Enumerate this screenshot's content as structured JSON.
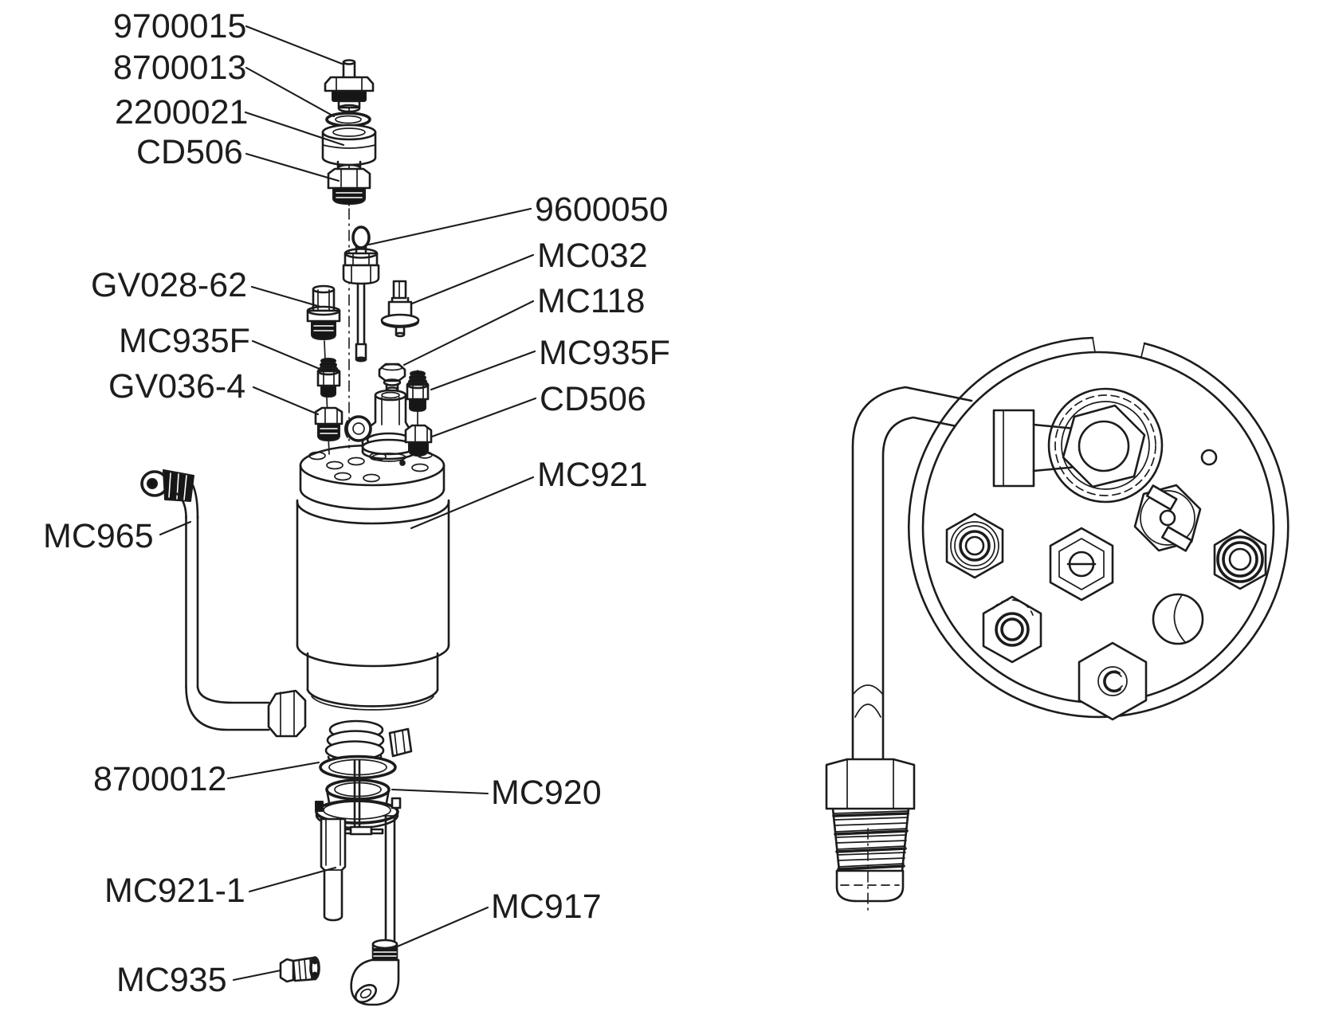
{
  "palette": {
    "ink": "#1c1c1c",
    "paper": "#ffffff"
  },
  "diagram": {
    "type": "exploded-parts-diagram",
    "views": [
      {
        "id": "exploded",
        "description": "exploded boiler assembly with part callouts"
      },
      {
        "id": "assembled-top",
        "description": "assembled boiler top view with inlet pipe and threaded fitting"
      }
    ]
  },
  "labels": {
    "l9700015": "9700015",
    "l8700013": "8700013",
    "l2200021": "2200021",
    "lcd506_top": "CD506",
    "l9600050": "9600050",
    "lmc032": "MC032",
    "lmc118": "MC118",
    "lmc935f_right": "MC935F",
    "lcd506_right": "CD506",
    "lmc921": "MC921",
    "lgv028_62": "GV028-62",
    "lmc935f_left": "MC935F",
    "lgv036_4": "GV036-4",
    "lmc965": "MC965",
    "l8700012": "8700012",
    "lmc920": "MC920",
    "lmc921_1": "MC921-1",
    "lmc917": "MC917",
    "lmc935": "MC935"
  }
}
